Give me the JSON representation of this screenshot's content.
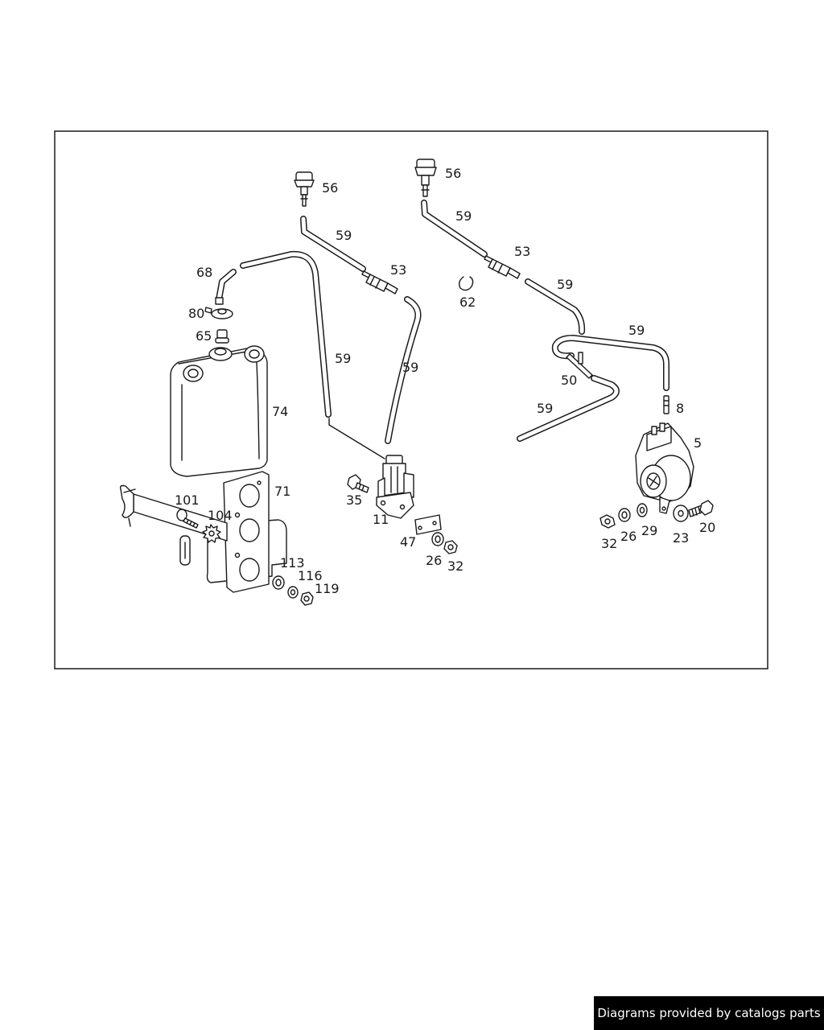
{
  "diagram": {
    "part_labels": [
      {
        "id": "lbl-56-left",
        "text": "56"
      },
      {
        "id": "lbl-56-right",
        "text": "56"
      },
      {
        "id": "lbl-59-a",
        "text": "59"
      },
      {
        "id": "lbl-59-b",
        "text": "59"
      },
      {
        "id": "lbl-59-c",
        "text": "59"
      },
      {
        "id": "lbl-59-d",
        "text": "59"
      },
      {
        "id": "lbl-59-e",
        "text": "59"
      },
      {
        "id": "lbl-59-f",
        "text": "59"
      },
      {
        "id": "lbl-59-g",
        "text": "59"
      },
      {
        "id": "lbl-53-left",
        "text": "53"
      },
      {
        "id": "lbl-53-right",
        "text": "53"
      },
      {
        "id": "lbl-68",
        "text": "68"
      },
      {
        "id": "lbl-80",
        "text": "80"
      },
      {
        "id": "lbl-65",
        "text": "65"
      },
      {
        "id": "lbl-62",
        "text": "62"
      },
      {
        "id": "lbl-74",
        "text": "74"
      },
      {
        "id": "lbl-71",
        "text": "71"
      },
      {
        "id": "lbl-101",
        "text": "101"
      },
      {
        "id": "lbl-104",
        "text": "104"
      },
      {
        "id": "lbl-113",
        "text": "113"
      },
      {
        "id": "lbl-116",
        "text": "116"
      },
      {
        "id": "lbl-119",
        "text": "119"
      },
      {
        "id": "lbl-35",
        "text": "35"
      },
      {
        "id": "lbl-11",
        "text": "11"
      },
      {
        "id": "lbl-47",
        "text": "47"
      },
      {
        "id": "lbl-26-left",
        "text": "26"
      },
      {
        "id": "lbl-32-left",
        "text": "32"
      },
      {
        "id": "lbl-50",
        "text": "50"
      },
      {
        "id": "lbl-8",
        "text": "8"
      },
      {
        "id": "lbl-5",
        "text": "5"
      },
      {
        "id": "lbl-32-right",
        "text": "32"
      },
      {
        "id": "lbl-26-right",
        "text": "26"
      },
      {
        "id": "lbl-29",
        "text": "29"
      },
      {
        "id": "lbl-23",
        "text": "23"
      },
      {
        "id": "lbl-20",
        "text": "20"
      }
    ]
  },
  "footer": {
    "text": "Diagrams provided by catalogs parts"
  }
}
